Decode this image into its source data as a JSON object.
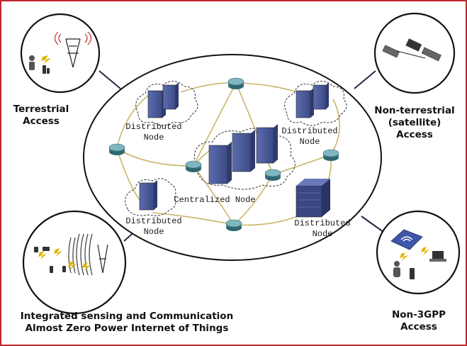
{
  "accesses": {
    "terrestrial": [
      "Terrestrial",
      "Access"
    ],
    "non_terrestrial": [
      "Non-terrestrial",
      "(satellite)",
      "Access"
    ],
    "non_3gpp": [
      "Non-3GPP Access"
    ],
    "iscomm": [
      "Integrated sensing and Communication",
      "Almost Zero Power Internet of Things"
    ]
  },
  "nodes": {
    "distributed_tl": [
      "Distributed",
      "Node"
    ],
    "distributed_tr": [
      "Distributed",
      "Node"
    ],
    "distributed_bl": [
      "Distributed",
      "Node"
    ],
    "distributed_br": [
      "Distributed",
      "Node"
    ],
    "centralized": "Centralized Node"
  },
  "colors": {
    "frame": "#c0282d",
    "link": "#c9b56a",
    "server_front": "#4a5a9a",
    "server_side": "#2e3a6e",
    "router": "#3f7c86",
    "ellipse": "#111111"
  }
}
